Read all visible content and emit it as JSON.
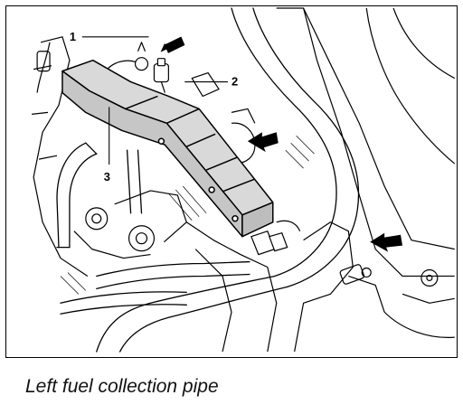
{
  "figure": {
    "callouts": [
      {
        "label": "1"
      },
      {
        "label": "2"
      },
      {
        "label": "3"
      }
    ],
    "arrow_icon": "filled-arrow-icon",
    "colors": {
      "line": "#000000",
      "pipe_fill": "#d4d4d4",
      "background": "#ffffff"
    }
  },
  "caption": "Left fuel collection pipe"
}
